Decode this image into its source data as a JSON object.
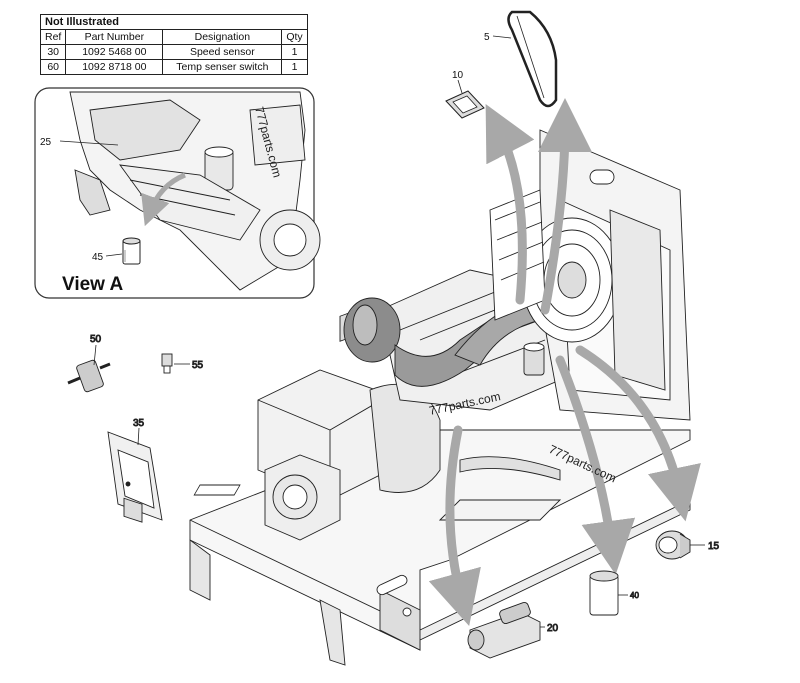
{
  "table": {
    "title": "Not Illustrated",
    "headers": [
      "Ref",
      "Part Number",
      "Designation",
      "Qty"
    ],
    "rows": [
      [
        "30",
        "1092 5468 00",
        "Speed sensor",
        "1"
      ],
      [
        "60",
        "1092 8718 00",
        "Temp senser switch",
        "1"
      ]
    ]
  },
  "inset": {
    "title": "View A"
  },
  "callouts": {
    "c5": "5",
    "c10": "10",
    "c25": "25",
    "c45": "45",
    "c50": "50",
    "c55": "55",
    "c35": "35",
    "c15": "15",
    "c40": "40",
    "c20": "20"
  },
  "watermarks": {
    "w1": "777parts.com",
    "w2": "777parts.com",
    "w3": "777parts.com"
  },
  "colors": {
    "line": "#222222",
    "arrow": "#a8a8a8",
    "part_fill": "#c8c8c8",
    "inset_border": "#333333"
  }
}
